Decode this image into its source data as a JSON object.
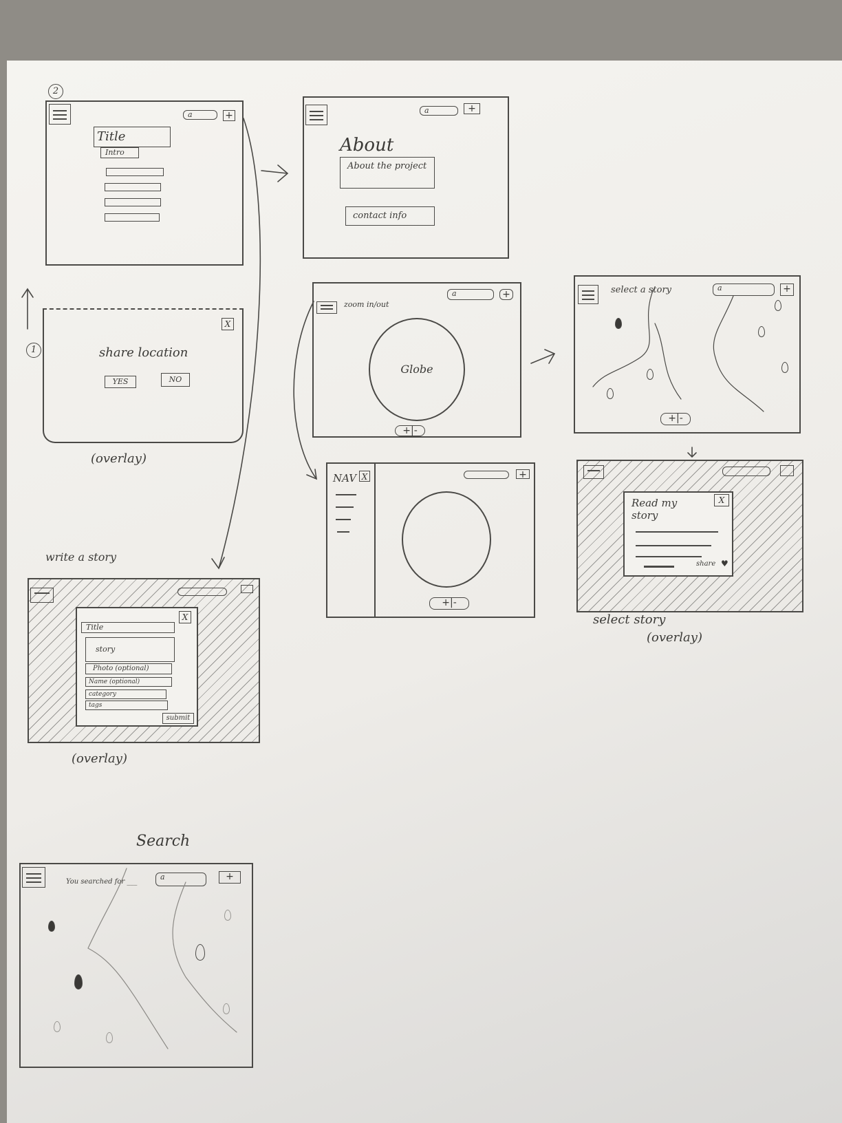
{
  "sketch": {
    "step_marks": [
      "2",
      "1"
    ],
    "screens": {
      "home": {
        "search": "a",
        "plus": "+",
        "title": "Title",
        "intro": "Intro"
      },
      "about": {
        "search": "a",
        "plus": "+",
        "heading": "About",
        "about_project": "About the project",
        "contact_info": "contact info"
      },
      "share_location": {
        "close": "X",
        "prompt": "share location",
        "yes": "YES",
        "no": "NO",
        "caption": "(overlay)"
      },
      "globe": {
        "zoom_hint": "zoom in/out",
        "search": "a",
        "plus": "+",
        "globe": "Globe",
        "zoom": "+|-"
      },
      "select_story": {
        "prompt": "select a story",
        "search": "a",
        "plus": "+",
        "zoom": "+|-"
      },
      "nav_open": {
        "nav_label": "NAV",
        "close": "X",
        "plus": "+",
        "zoom": "+|-"
      },
      "read_story": {
        "heading": "Read my story",
        "close": "X",
        "share": "share",
        "caption_1": "select story",
        "caption_2": "(overlay)"
      },
      "write_story": {
        "label": "write a story",
        "close": "X",
        "fields": [
          "Title",
          "story",
          "Photo (optional)",
          "Name (optional)",
          "category",
          "tags"
        ],
        "submit": "submit",
        "caption": "(overlay)"
      },
      "search": {
        "label": "Search",
        "results_text": "You searched for ___",
        "search": "a",
        "plus": "+"
      }
    }
  }
}
